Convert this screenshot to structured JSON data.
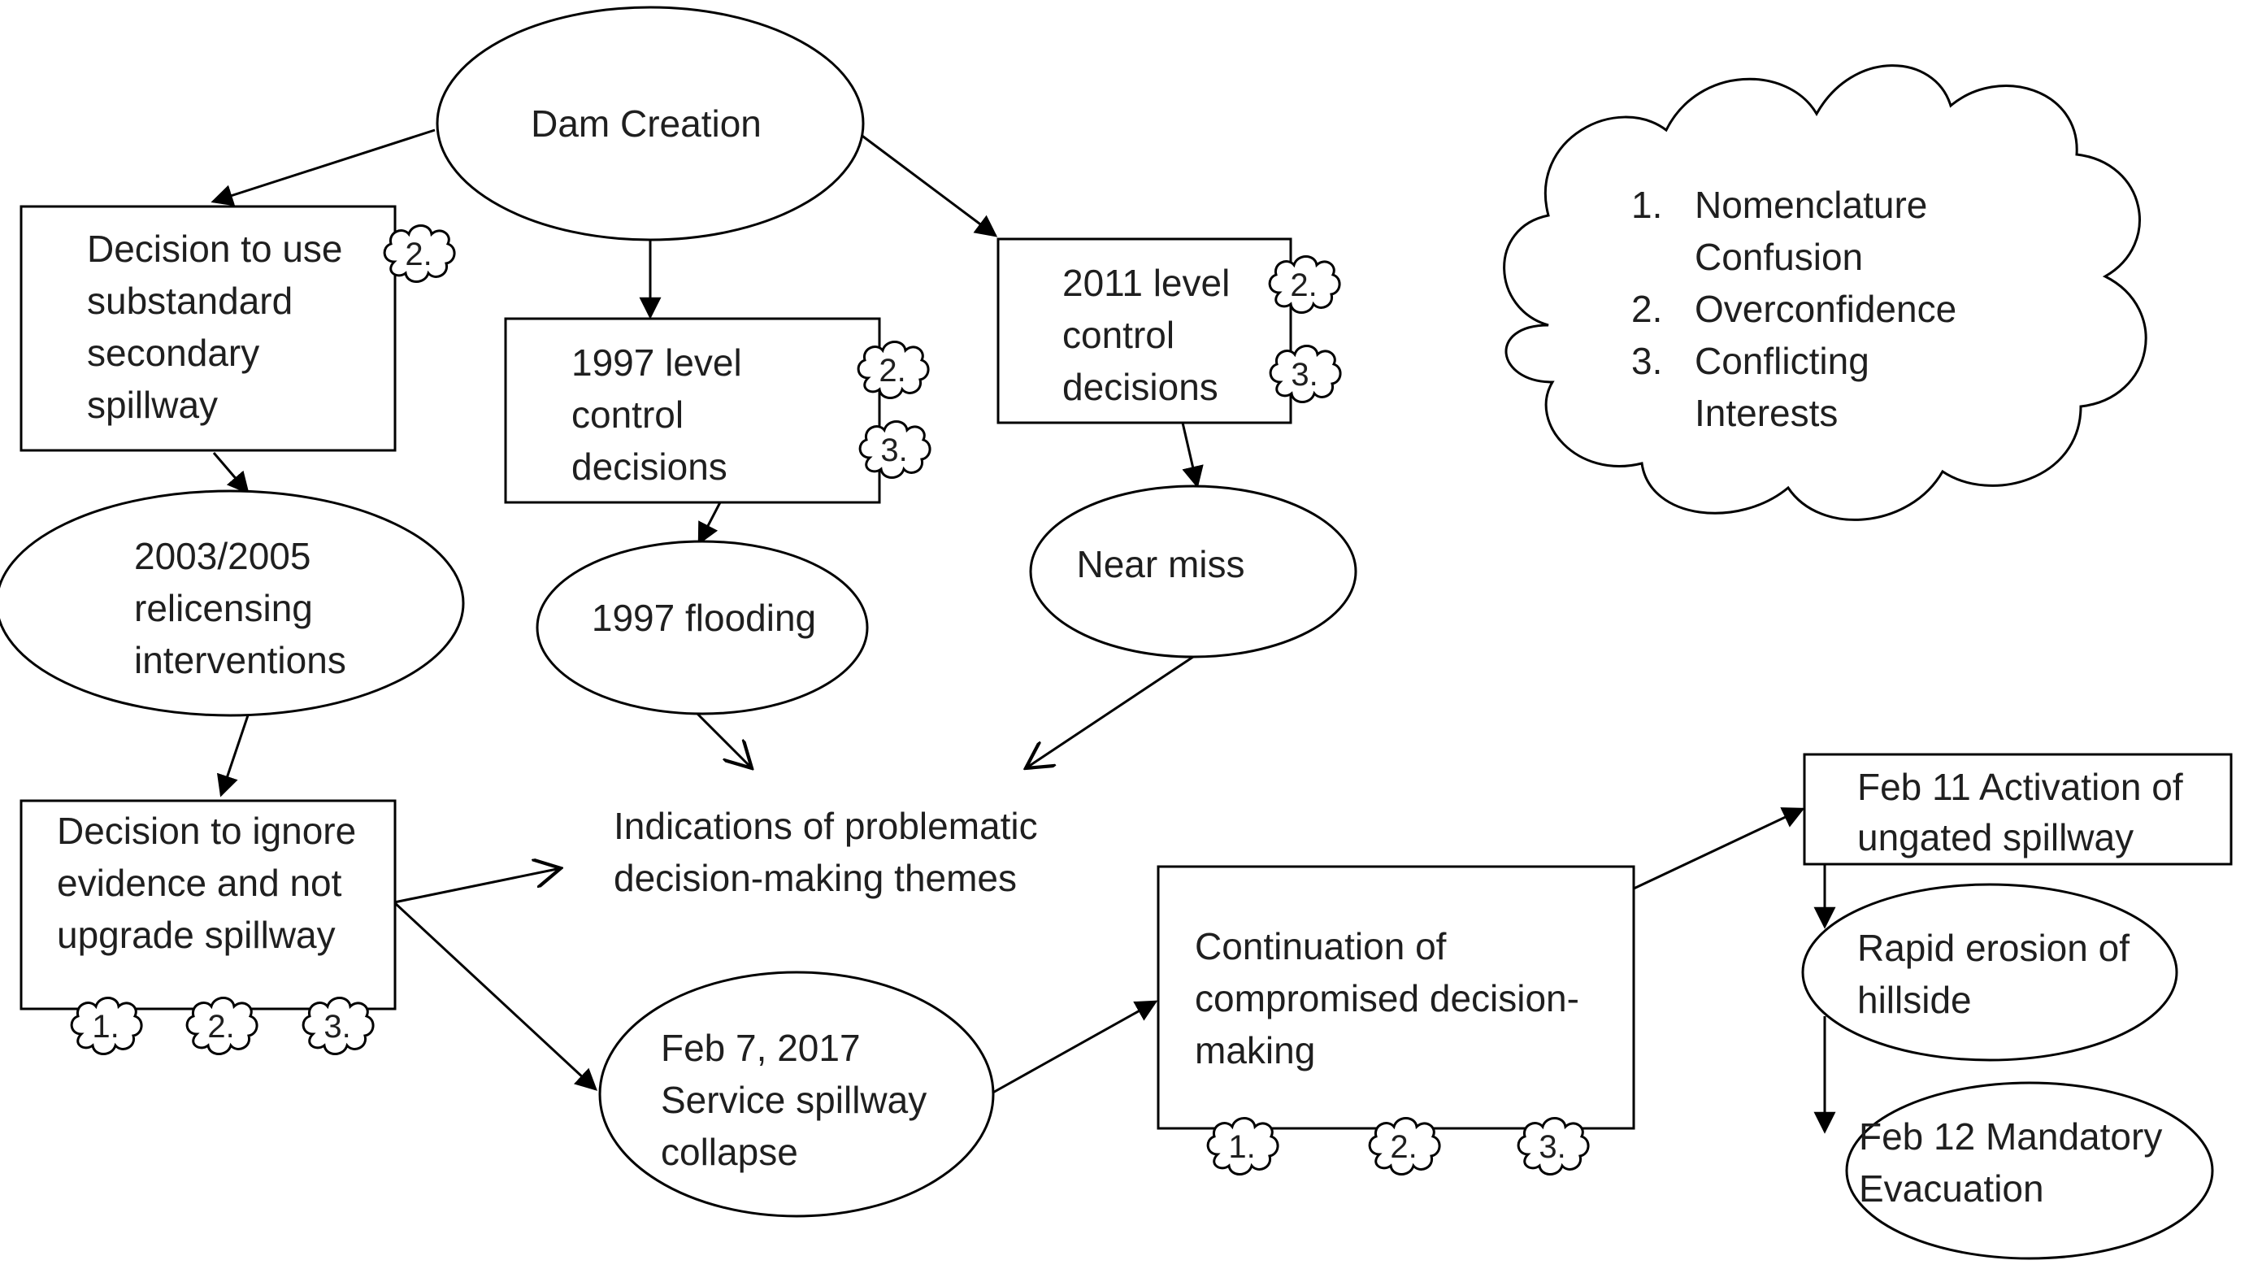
{
  "nodes": {
    "dam_creation": "Dam Creation",
    "substandard_spillway": [
      "Decision to use",
      "substandard",
      "secondary",
      "spillway"
    ],
    "control_1997": [
      "1997 level",
      "control",
      "decisions"
    ],
    "control_2011": [
      "2011 level",
      "control",
      "decisions"
    ],
    "relicensing": [
      "2003/2005",
      "relicensing",
      "interventions"
    ],
    "flooding_1997": "1997 flooding",
    "near_miss": "Near miss",
    "ignore_evidence": [
      "Decision to ignore",
      "evidence and not",
      "upgrade spillway"
    ],
    "indications": [
      "Indications of problematic",
      "decision-making themes"
    ],
    "collapse": [
      "Feb 7, 2017",
      "Service spillway",
      "collapse"
    ],
    "continuation": [
      "Continuation of",
      "compromised decision-",
      "making"
    ],
    "activation": [
      "Feb 11 Activation of",
      "ungated spillway"
    ],
    "erosion": [
      "Rapid erosion of",
      "hillside"
    ],
    "evacuation": [
      "Feb 12 Mandatory",
      "Evacuation"
    ]
  },
  "legend": {
    "items": [
      {
        "num": "1.",
        "lines": [
          "Nomenclature",
          "Confusion"
        ]
      },
      {
        "num": "2.",
        "lines": [
          "Overconfidence"
        ]
      },
      {
        "num": "3.",
        "lines": [
          "Conflicting",
          "Interests"
        ]
      }
    ]
  },
  "theme_badges": {
    "one": "1.",
    "two": "2.",
    "three": "3."
  }
}
